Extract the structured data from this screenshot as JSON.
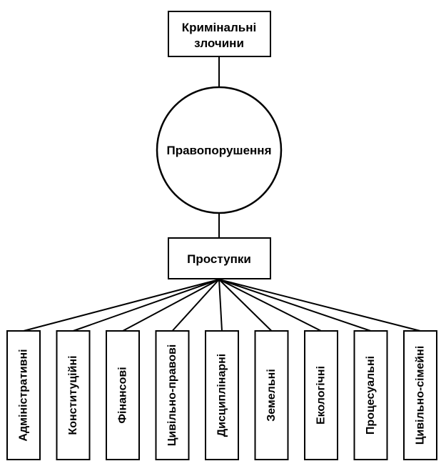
{
  "top_box": {
    "line1": "Кримінальні",
    "line2": "злочини"
  },
  "center_circle": {
    "label": "Правопорушення"
  },
  "middle_box": {
    "label": "Проступки"
  },
  "leaves": [
    {
      "label": "Адміністративні"
    },
    {
      "label": "Конституційні"
    },
    {
      "label": "Фінансові"
    },
    {
      "label": "Цивільно-правові"
    },
    {
      "label": "Дисциплінарні"
    },
    {
      "label": "Земельні"
    },
    {
      "label": "Екологічні"
    },
    {
      "label": "Процесуальні"
    },
    {
      "label": "Цивільно-сімейні"
    }
  ]
}
